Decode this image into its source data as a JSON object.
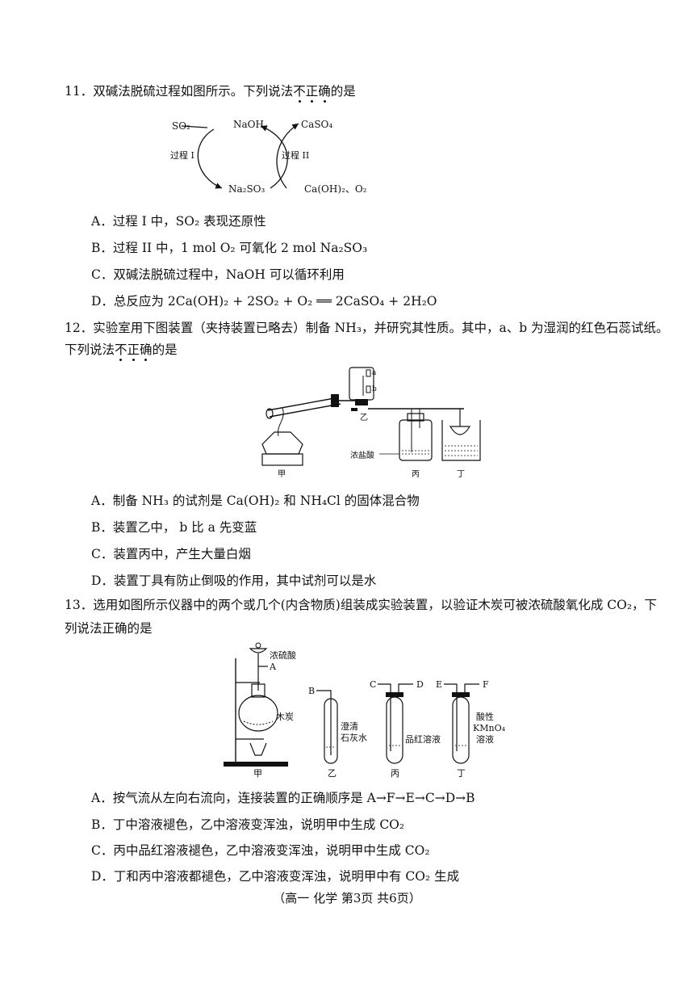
{
  "q11": {
    "number": "11．",
    "stem_a": "双碱法脱硫过程如图所示。下列说法",
    "stem_neg": [
      "不",
      "正",
      "确"
    ],
    "stem_b": "的是",
    "diagram": {
      "so2": "SO₂",
      "naoh": "NaOH",
      "caso4": "CaSO₄",
      "process1": "过程 I",
      "process2": "过程 II",
      "na2so3": "Na₂SO₃",
      "caoh2_o2": "Ca(OH)₂、O₂"
    },
    "options": [
      "A．过程 I 中，SO₂ 表现还原性",
      "B．过程 II 中，1 mol O₂ 可氧化 2 mol Na₂SO₃",
      "C．双碱法脱硫过程中，NaOH 可以循环利用",
      "D．总反应为 2Ca(OH)₂ + 2SO₂ + O₂ ══ 2CaSO₄ + 2H₂O"
    ]
  },
  "q12": {
    "number": "12．",
    "stem_line1": "实验室用下图装置（夹持装置已略去）制备 NH₃，并研究其性质。其中，a、b 为湿润的红色石蕊试纸。",
    "stem_line2_a": "下列说法",
    "stem_neg": [
      "不",
      "正",
      "确"
    ],
    "stem_line2_b": "的是",
    "diagram": {
      "a": "a",
      "b": "b",
      "yi": "乙",
      "jia": "甲",
      "bing": "丙",
      "ding": "丁",
      "hcl": "浓盐酸"
    },
    "options": [
      "A．制备 NH₃ 的试剂是 Ca(OH)₂ 和 NH₄Cl 的固体混合物",
      "B．装置乙中， b 比 a 先变蓝",
      "C．装置丙中，产生大量白烟",
      "D．装置丁具有防止倒吸的作用，其中试剂可以是水"
    ]
  },
  "q13": {
    "number": "13．",
    "stem_line1": "选用如图所示仪器中的两个或几个(内含物质)组装成实验装置，以验证木炭可被浓硫酸氧化成 CO₂，下",
    "stem_line2": "列说法正确的是",
    "diagram": {
      "h2so4": "浓硫酸",
      "A": "A",
      "charcoal": "木炭",
      "B": "B",
      "limewater_1": "澄清",
      "limewater_2": "石灰水",
      "C": "C",
      "D": "D",
      "pinhong": "品红溶液",
      "E": "E",
      "F": "F",
      "kmno4_1": "酸性",
      "kmno4_2": "KMnO₄",
      "kmno4_3": "溶液",
      "jia": "甲",
      "yi": "乙",
      "bing": "丙",
      "ding": "丁"
    },
    "options": [
      "A．按气流从左向右流向，连接装置的正确顺序是 A→F→E→C→D→B",
      "B．丁中溶液褪色，乙中溶液变浑浊，说明甲中生成 CO₂",
      "C．丙中品红溶液褪色，乙中溶液变浑浊，说明甲中生成 CO₂",
      "D．丁和丙中溶液都褪色，乙中溶液变浑浊，说明甲中有 CO₂ 生成"
    ]
  },
  "footer": "（高一  化学   第3页   共6页）"
}
